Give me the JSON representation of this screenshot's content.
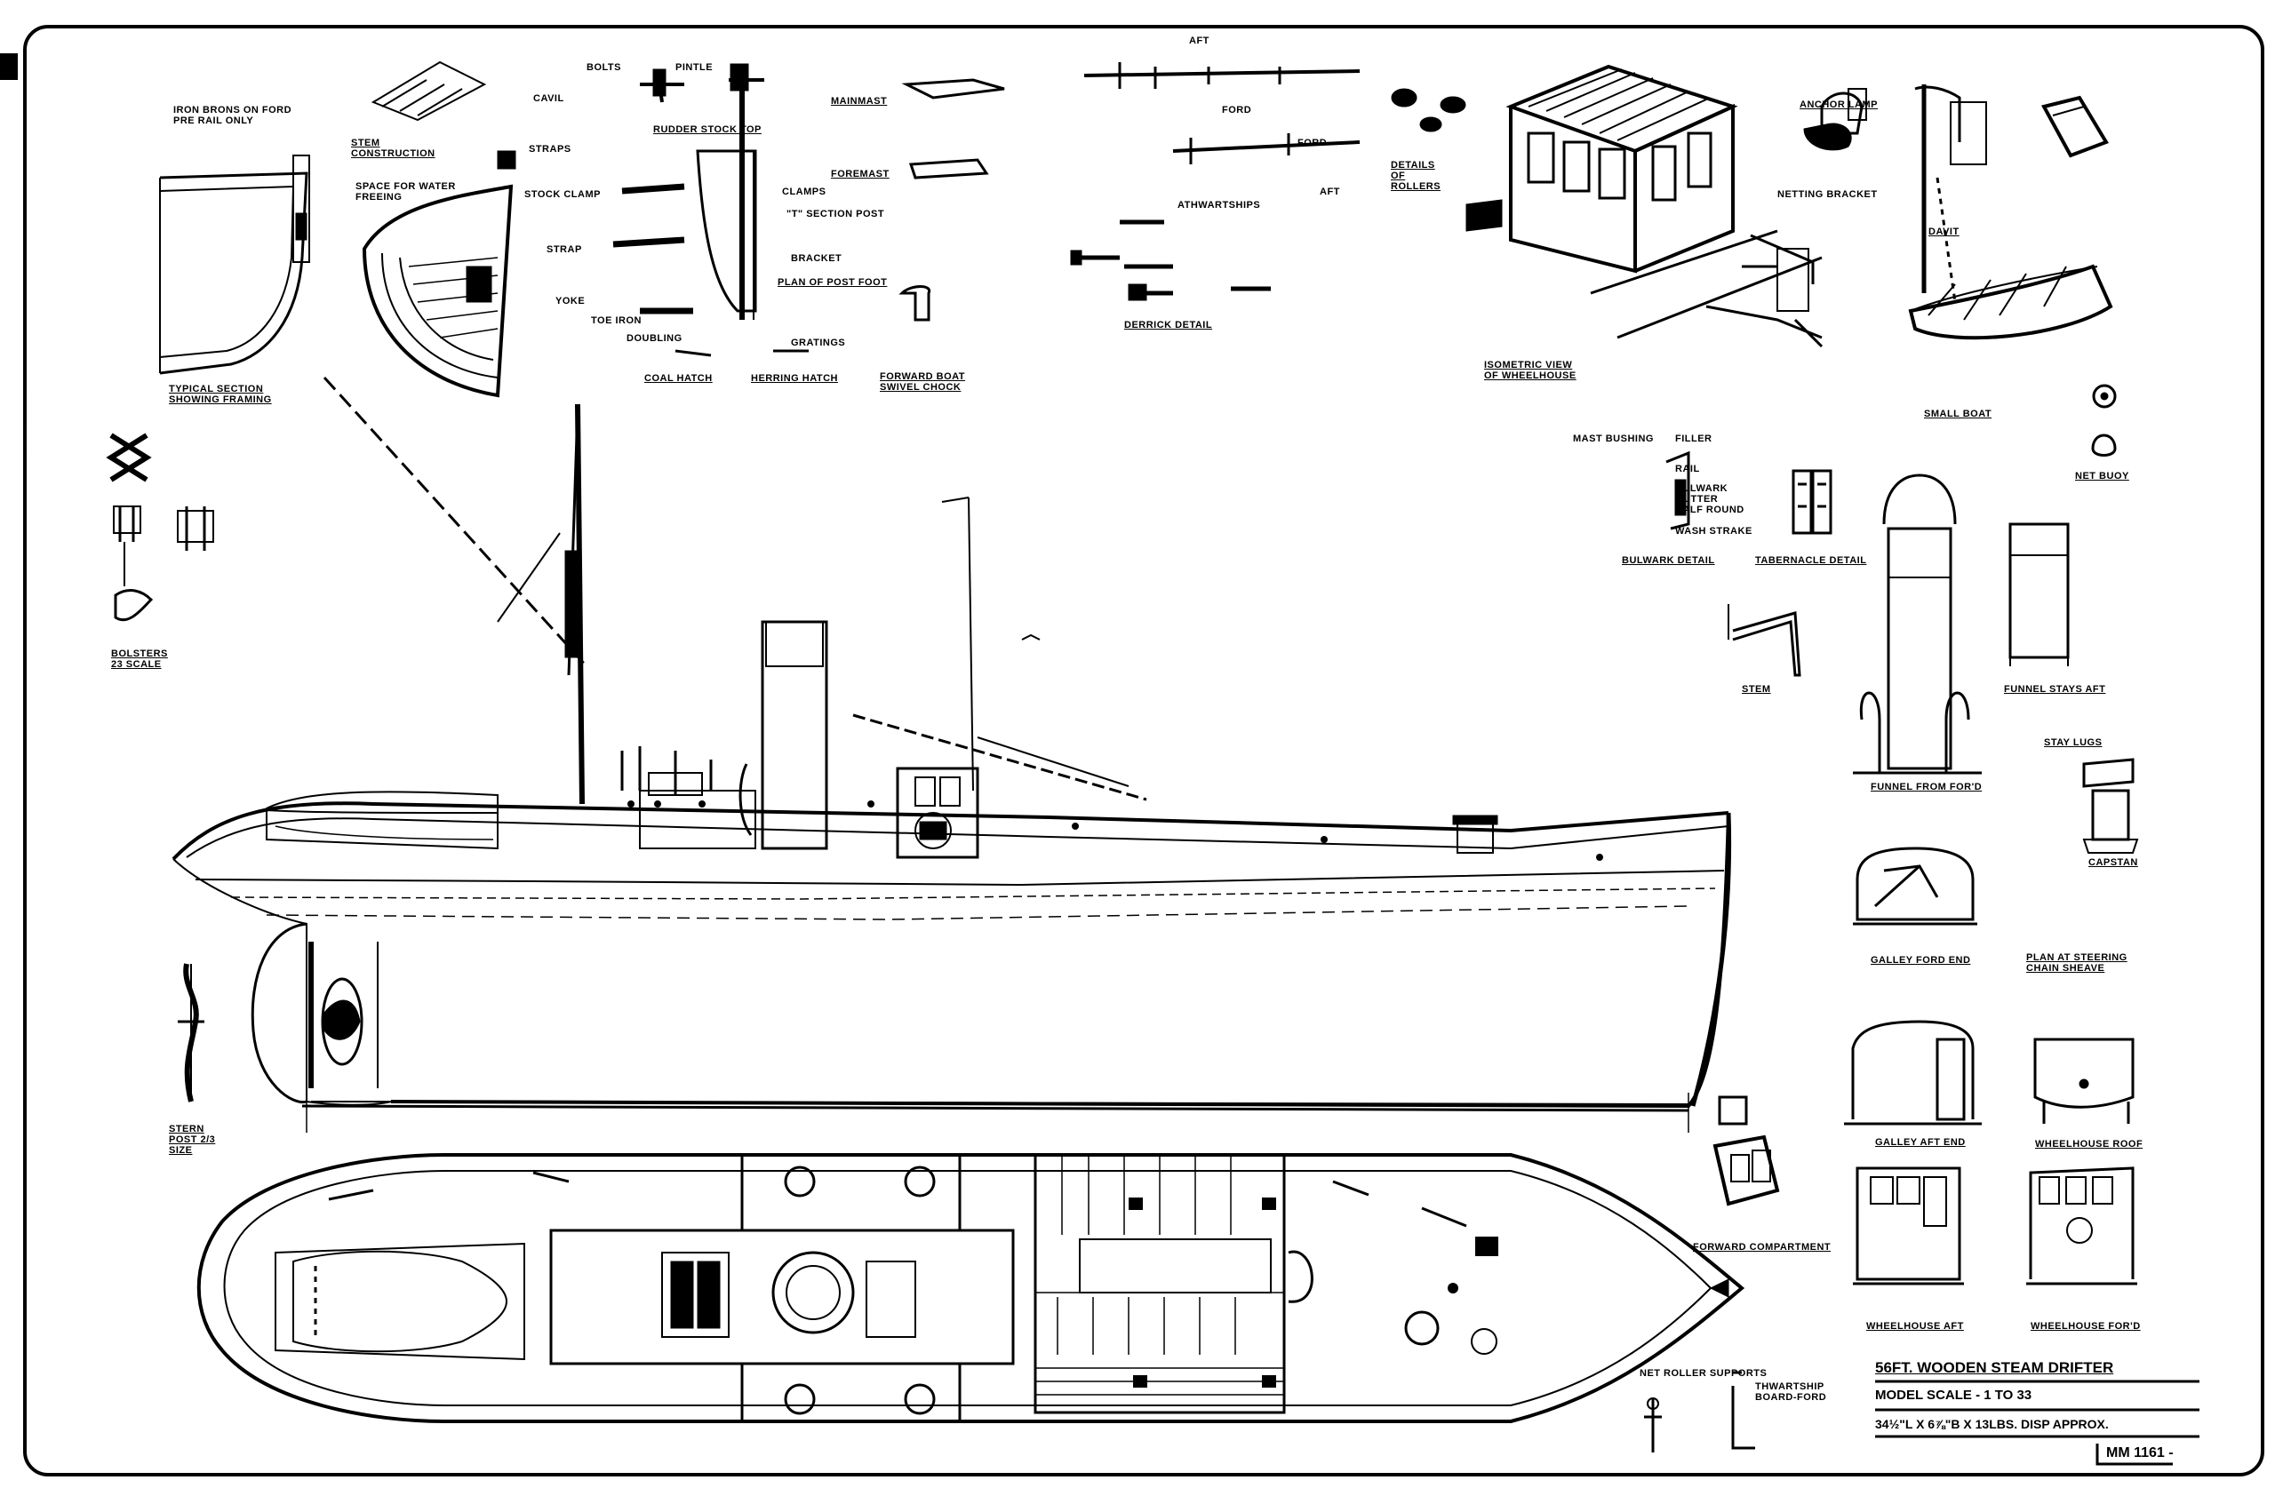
{
  "title_block": {
    "title": "56ft. WOODEN STEAM DRIFTER",
    "scale": "MODEL SCALE - 1 to 33",
    "dims": "34½\"L x 6⅞\"B x 13lbs. Disp Approx.",
    "plan_no": "MM 1161 -"
  },
  "labels": {
    "rudder_stock_top": "RUDDER STOCK TOP",
    "rudder_stock_top_sub1": "BOLTS",
    "rudder_stock_top_sub2": "PINTLE",
    "mainmast": "MAINMAST",
    "foremast": "FOREMAST",
    "aft_top": "AFT",
    "ford_top": "FORD",
    "athwartships": "ATHWARTSHIPS",
    "ford2": "FORD",
    "aft2": "AFT",
    "derrick_detail": "DERRICK DETAIL",
    "details_of_rollers": "DETAILS OF ROLLERS",
    "isometric_view": "ISOMETRIC VIEW OF WHEELHOUSE",
    "anchor_lamp": "ANCHOR LAMP",
    "netting_bracket": "NETTING BRACKET",
    "ships_davit": "DAVIT",
    "small_boat": "SMALL BOAT",
    "net_buoy": "NET BUOY",
    "typical_section": "TYPICAL SECTION SHOWING FRAMING",
    "iron_note": "IRON BRONS ON FORD PRE RAIL ONLY",
    "stem_construction": "STEM CONSTRUCTION",
    "cavil": "CAVIL",
    "straps": "STRAPS",
    "space_for_water": "SPACE FOR WATER FREEING",
    "stock_clamp": "STOCK CLAMP",
    "strap": "STRAP",
    "yoke": "YOKE",
    "toe_iron": "TOE IRON",
    "doubling": "DOUBLING",
    "coal_hatch": "COAL HATCH",
    "herring_hatch": "HERRING HATCH",
    "gratings": "GRATINGS",
    "clamps": "CLAMPS",
    "t_section_post": "\"T\" SECTION POST",
    "bracket": "BRACKET",
    "plan_of_post_foot": "PLAN OF POST FOOT",
    "forward_boat_swivel_chock": "FORWARD BOAT SWIVEL CHOCK",
    "mast_bushing": "MAST BUSHING",
    "filler": "FILLER",
    "rail": "RAIL",
    "bulwark_gutter": "BULWARK",
    "gutter": "GUTTER",
    "half_round": "HALF ROUND",
    "wash_strake": "WASH STRAKE",
    "bulwark_detail": "BULWARK DETAIL",
    "tabernacle_detail": "TABERNACLE DETAIL",
    "stem": "STEM",
    "funnel_from_ford": "FUNNEL FROM FOR'D",
    "funnel_stays_aft": "FUNNEL STAYS AFT",
    "stay_lugs": "STAY LUGS",
    "capstan": "CAPSTAN",
    "galley_ford_end": "GALLEY FORD END",
    "plan_at_steering_chain": "PLAN AT STEERING CHAIN SHEAVE",
    "galley_aft_end": "GALLEY AFT END",
    "wheelhouse_roof": "WHEELHOUSE ROOF",
    "wheelhouse_aft": "WHEELHOUSE AFT",
    "wheelhouse_ford": "WHEELHOUSE FOR'D",
    "forward_compartment": "FORWARD COMPARTMENT",
    "net_roller_supports": "NET ROLLER SUPPORTS",
    "thwartship_board": "THWARTSHIP BOARD-FORD",
    "bolsters": "BOLSTERS 23 SCALE",
    "stern_post": "STERN POST 2/3 SIZE"
  }
}
